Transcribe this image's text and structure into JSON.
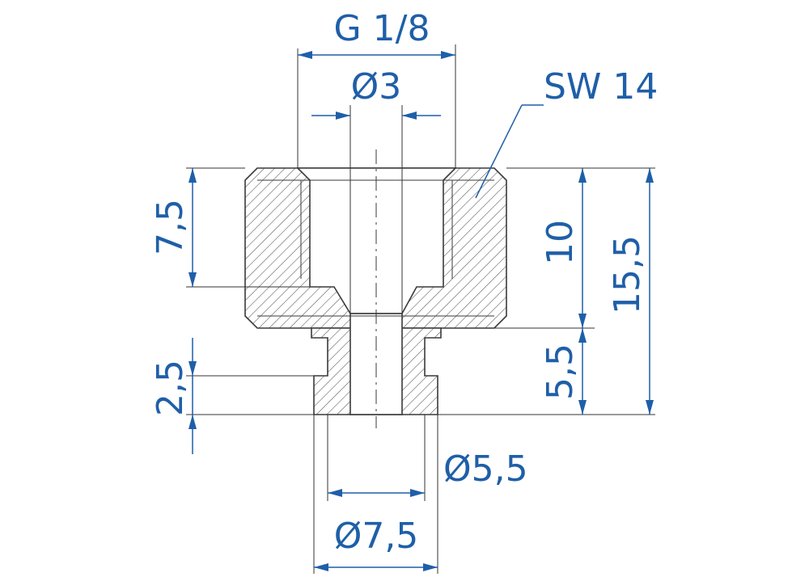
{
  "colors": {
    "dimension": "#1f5fa8",
    "part_outline": "#3a3a3a",
    "background": "#ffffff"
  },
  "dimensions": {
    "thread": "G 1/8",
    "bore_diameter": "Ø3",
    "wrench_size": "SW 14",
    "thread_depth": "7,5",
    "hex_height": "10",
    "total_height": "15,5",
    "spigot_height": "5,5",
    "groove_height": "2,5",
    "groove_diameter": "Ø5,5",
    "spigot_diameter": "Ø7,5"
  }
}
